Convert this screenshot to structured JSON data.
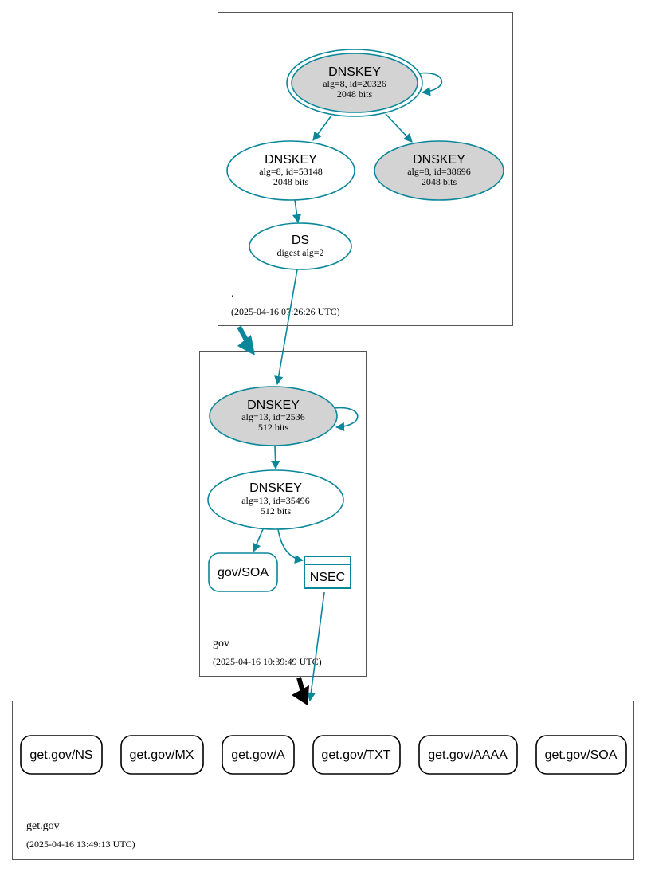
{
  "colors": {
    "accent": "#0a879a",
    "key_fill": "#d3d3d3",
    "box_stroke": "#555555",
    "black": "#000000",
    "white": "#ffffff"
  },
  "zones": {
    "root": {
      "name": ".",
      "timestamp": "(2025-04-16 07:26:26 UTC)"
    },
    "gov": {
      "name": "gov",
      "timestamp": "(2025-04-16 10:39:49 UTC)"
    },
    "getgov": {
      "name": "get.gov",
      "timestamp": "(2025-04-16 13:49:13 UTC)"
    }
  },
  "nodes": {
    "root_ksk": {
      "title": "DNSKEY",
      "line1": "alg=8, id=20326",
      "line2": "2048 bits"
    },
    "root_zsk1": {
      "title": "DNSKEY",
      "line1": "alg=8, id=53148",
      "line2": "2048 bits"
    },
    "root_zsk2": {
      "title": "DNSKEY",
      "line1": "alg=8, id=38696",
      "line2": "2048 bits"
    },
    "ds": {
      "title": "DS",
      "line1": "digest alg=2"
    },
    "gov_ksk": {
      "title": "DNSKEY",
      "line1": "alg=13, id=2536",
      "line2": "512 bits"
    },
    "gov_zsk": {
      "title": "DNSKEY",
      "line1": "alg=13, id=35496",
      "line2": "512 bits"
    },
    "gov_soa": {
      "label": "gov/SOA"
    },
    "nsec": {
      "label": "NSEC"
    }
  },
  "records": [
    "get.gov/NS",
    "get.gov/MX",
    "get.gov/A",
    "get.gov/TXT",
    "get.gov/AAAA",
    "get.gov/SOA"
  ]
}
